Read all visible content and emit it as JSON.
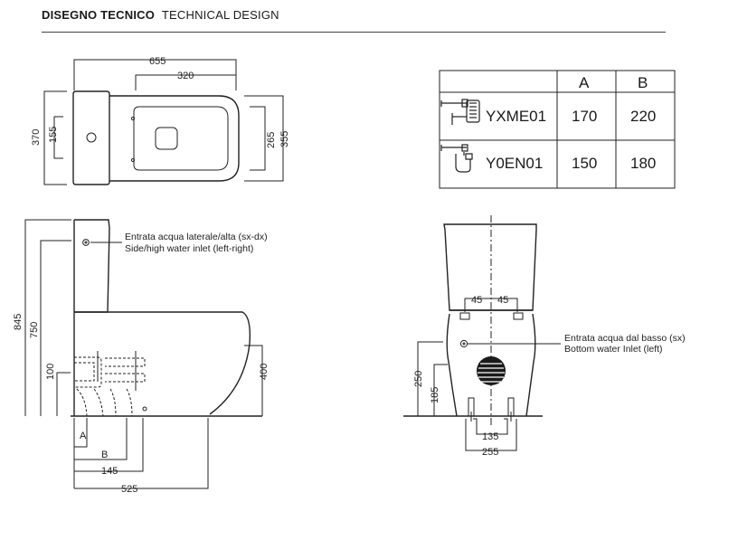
{
  "header": {
    "title_it": "DISEGNO TECNICO",
    "title_en": "TECHNICAL DESIGN"
  },
  "top_view": {
    "dims": {
      "width_total": "655",
      "seat": "320",
      "depth_total": "370",
      "inlet_depth": "155",
      "bowl_inner": "265",
      "bowl_outer": "355"
    }
  },
  "table": {
    "headers": [
      "A",
      "B"
    ],
    "rows": [
      {
        "code": "YXME01",
        "a": "170",
        "b": "220",
        "icon": "p-trap-icon"
      },
      {
        "code": "Y0EN01",
        "a": "150",
        "b": "180",
        "icon": "s-trap-icon"
      }
    ]
  },
  "side_view": {
    "note_it": "Entrata acqua laterale/alta (sx-dx)",
    "note_en": "Side/high water inlet (left-right)",
    "dims": {
      "height_total": "845",
      "tank_height": "750",
      "outlet_height": "100",
      "bowl_height": "400",
      "a": "A",
      "b": "B",
      "d145": "145",
      "d525": "525"
    }
  },
  "front_view": {
    "note_it": "Entrata acqua dal basso (sx)",
    "note_en": "Bottom water Inlet (left)",
    "dims": {
      "left45": "45",
      "right45": "45",
      "h250": "250",
      "h185": "185",
      "w135": "135",
      "w255": "255"
    }
  }
}
